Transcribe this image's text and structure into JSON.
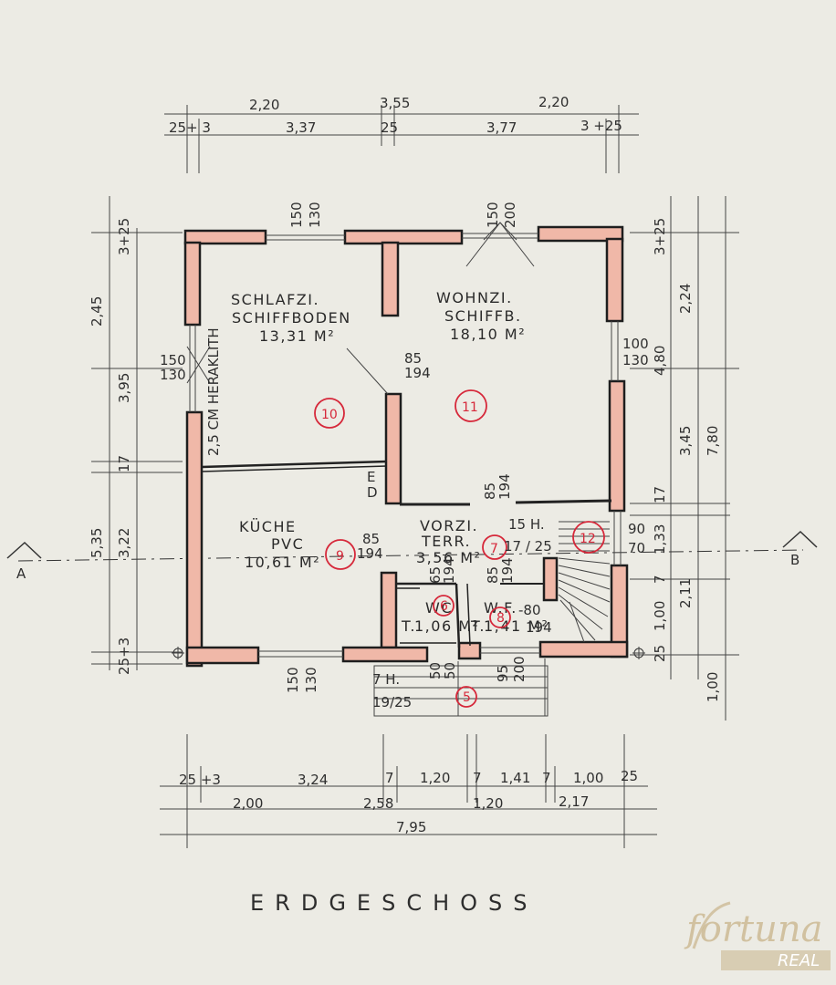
{
  "plan": {
    "title": "ERDGESCHOSS",
    "rooms": [
      {
        "name": "SCHLAFZI.",
        "floor": "SCHIFFBODEN",
        "area": "13,31 M²",
        "number": "10"
      },
      {
        "name": "WOHNZI.",
        "floor": "SCHIFFB.",
        "area": "18,10 M²",
        "number": "11"
      },
      {
        "name": "KÜCHE",
        "floor": "PVC",
        "area": "10,61 M²",
        "number": "9"
      },
      {
        "name": "VORZI.",
        "floor": "TERR.",
        "area": "3,56 M²",
        "number": "7"
      },
      {
        "name": "WC",
        "floor": "T.",
        "area": "1,06 M²",
        "number": "6"
      },
      {
        "name": "W.F.",
        "floor": "T.",
        "area": "1,41 M²",
        "number": "8"
      },
      {
        "name": "",
        "floor": "",
        "area": "",
        "number": "12"
      },
      {
        "name": "",
        "floor": "",
        "area": "",
        "number": "5"
      }
    ],
    "top_dims": {
      "row1": [
        "2,20",
        "3,55",
        "2,20"
      ],
      "row2": [
        "25+ 3",
        "3,37",
        "25",
        "3,77",
        "3 +25"
      ]
    },
    "bottom_dims": {
      "row1": [
        "25 +3",
        "3,24",
        "7",
        "1,20",
        "7",
        "1,41",
        "7",
        "1,00",
        "25"
      ],
      "row2": [
        "2,00",
        "2,58",
        "1,20",
        "2,17"
      ],
      "row3": [
        "7,95"
      ]
    },
    "left_dims": [
      "3+25",
      "2,45",
      "3,95",
      "17",
      "5,35",
      "3,22",
      "25+3"
    ],
    "right_dims": [
      "3+25",
      "2,24",
      "4,80",
      "3,45",
      "7,80",
      "17",
      "1,33",
      "7",
      "1,00",
      "2,11",
      "25",
      "1,00"
    ],
    "openings": {
      "win_top_left": "150\n130",
      "win_top_right": "150\n200",
      "win_left": "150\n130",
      "win_right": "100\n130",
      "door_schlaf": "85\n194",
      "door_wohn": "85\n194",
      "door_kueche": "85\n194",
      "door_wc": "65\n194",
      "door_wf": "85\n194",
      "door_entry": "95\n200",
      "win_bottom": "150\n130",
      "win_wc": "50\n50",
      "win_stair": "90\n70",
      "win_wf": "80\n194"
    },
    "notes": {
      "heraklith": "2,5 CM HERAKLITH",
      "stairs_main": "15 H.",
      "stairs_main_rise": "17 / 25",
      "stairs_entry": "7 H.",
      "stairs_entry_rise": "19/25",
      "label_e": "E",
      "label_d": "D"
    },
    "section": {
      "left": "A",
      "right": "B"
    }
  },
  "brand": {
    "name": "fortuna",
    "sub": "REAL"
  }
}
